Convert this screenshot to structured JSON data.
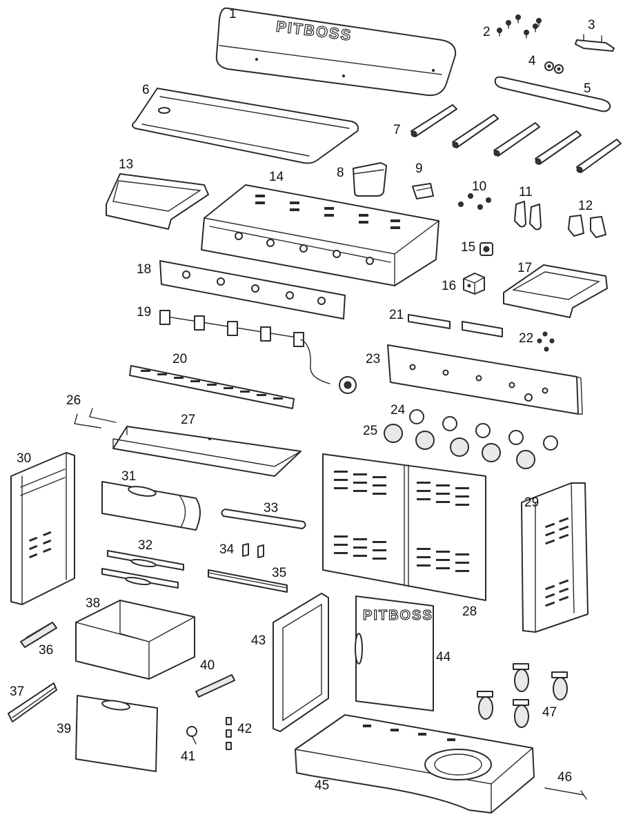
{
  "brand_text": "PITBOSS",
  "labels": {
    "p1": "1",
    "p2": "2",
    "p3": "3",
    "p4": "4",
    "p5": "5",
    "p6": "6",
    "p7": "7",
    "p8": "8",
    "p9": "9",
    "p10": "10",
    "p11": "11",
    "p12": "12",
    "p13": "13",
    "p14": "14",
    "p15": "15",
    "p16": "16",
    "p17": "17",
    "p18": "18",
    "p19": "19",
    "p20": "20",
    "p21": "21",
    "p22": "22",
    "p23": "23",
    "p24": "24",
    "p25": "25",
    "p26": "26",
    "p27": "27",
    "p28": "28",
    "p29": "29",
    "p30": "30",
    "p31": "31",
    "p32": "32",
    "p33": "33",
    "p34": "34",
    "p35": "35",
    "p36": "36",
    "p37": "37",
    "p38": "38",
    "p39": "39",
    "p40": "40",
    "p41": "41",
    "p42": "42",
    "p43": "43",
    "p44": "44",
    "p45": "45",
    "p46": "46",
    "p47": "47"
  }
}
